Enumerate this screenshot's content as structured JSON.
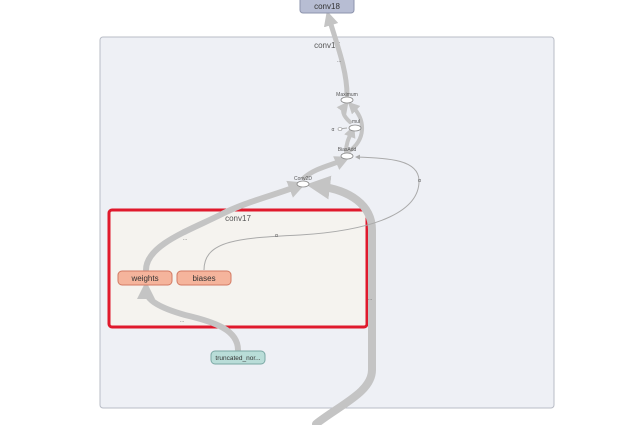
{
  "graph": {
    "top_node": {
      "label": "conv18"
    },
    "outer_group": {
      "label": "conv17"
    },
    "inner_group": {
      "label": "conv17"
    },
    "ops": {
      "maximum": {
        "label": "Maximum"
      },
      "mul": {
        "label": "mul"
      },
      "mul_const": {
        "label": "α"
      },
      "bias_add": {
        "label": "BiasAdd"
      },
      "conv2d": {
        "label": "Conv2D"
      }
    },
    "variables": {
      "weights": {
        "label": "weights"
      },
      "biases": {
        "label": "biases"
      }
    },
    "init": {
      "label": "truncated_nor..."
    },
    "edge_labels": {
      "top_edge": "...",
      "bias_edge": "α",
      "weights_edge": "...",
      "biases_edge": "α",
      "init_edge": "...",
      "input_edge": "..."
    }
  },
  "colors": {
    "outer_group_fill": "#eef0f5",
    "outer_group_stroke": "#b8bcc6",
    "inner_group_fill": "#f5f3ef",
    "highlight_stroke": "#e0192c",
    "top_node_fill": "#b7bdd3",
    "variable_fill": "#f5b49c",
    "variable_stroke": "#d27a63",
    "init_fill": "#b9ddd8",
    "init_stroke": "#7aa8a4",
    "edge": "#c4c4c4",
    "thin_edge": "#aaaaaa"
  }
}
